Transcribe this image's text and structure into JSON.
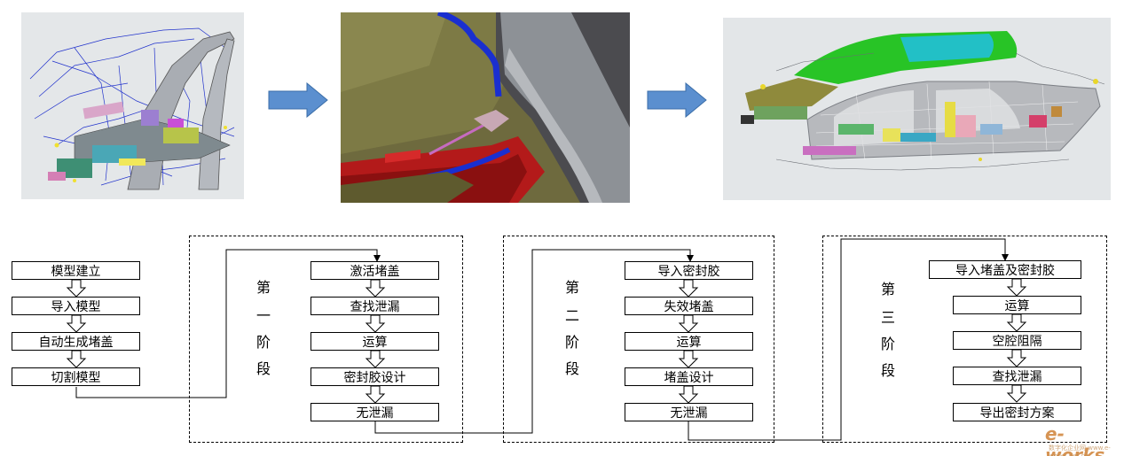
{
  "left_flow": [
    "模型建立",
    "导入模型",
    "自动生成堵盖",
    "切割模型"
  ],
  "stage1": {
    "chars": [
      "第",
      "一",
      "阶",
      "段"
    ],
    "steps": [
      "激活堵盖",
      "查找泄漏",
      "运算",
      "密封胶设计",
      "无泄漏"
    ]
  },
  "stage2": {
    "chars": [
      "第",
      "二",
      "阶",
      "段"
    ],
    "steps": [
      "导入密封胶",
      "失效堵盖",
      "运算",
      "堵盖设计",
      "无泄漏"
    ]
  },
  "stage3": {
    "chars": [
      "第",
      "三",
      "阶",
      "段"
    ],
    "steps": [
      "导入堵盖及密封胶",
      "运算",
      "空腔阻隔",
      "查找泄漏",
      "导出密封方案"
    ]
  },
  "watermark": {
    "brand": "e-works",
    "tagline": "数字化企业网 www.e-works.net.cn"
  },
  "colors": {
    "arrow_fill": "#5b8fcf",
    "arrow_stroke": "#3b6ea8"
  }
}
